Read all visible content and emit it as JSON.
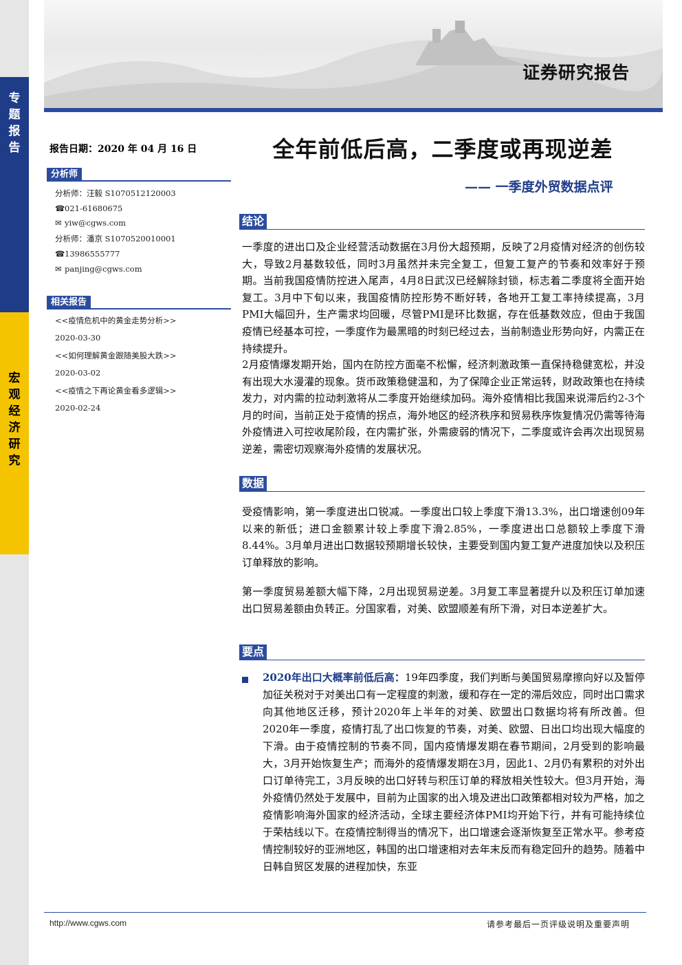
{
  "sidebar": {
    "top_label": "专题报告",
    "mid_label": "宏观经济研究"
  },
  "header": {
    "report_type": "证券研究报告"
  },
  "report_date": "报告日期：2020 年 04 月 16 日",
  "analyst_section": {
    "heading": "分析师",
    "lines": [
      "分析师：汪毅  S1070512120003",
      "021-61680675",
      "yiw@cgws.com",
      "分析师：潘京  S1070520010001",
      "13986555777",
      "panjing@cgws.com"
    ]
  },
  "related_section": {
    "heading": "相关报告",
    "items": [
      {
        "title": "<<疫情危机中的黄金走势分析>>",
        "date": "2020-03-30"
      },
      {
        "title": "<<如何理解黄金跟随美股大跌>>",
        "date": "2020-03-02"
      },
      {
        "title": "<<疫情之下再论黄金看多逻辑>>",
        "date": "2020-02-24"
      }
    ]
  },
  "title": "全年前低后高，二季度或再现逆差",
  "subtitle": "—— 一季度外贸数据点评",
  "conclusion": {
    "heading": "结论",
    "paragraphs": [
      "一季度的进出口及企业经营活动数据在3月份大超预期，反映了2月疫情对经济的创伤较大，导致2月基数较低，同时3月虽然并未完全复工，但复工复产的节奏和效率好于预期。当前我国疫情防控进入尾声，4月8日武汉已经解除封锁，标志着二季度将全面开始复工。3月中下旬以来，我国疫情防控形势不断好转，各地开工复工率持续提高，3月PMI大幅回升，生产需求均回暖，尽管PMI是环比数据，存在低基数效应，但由于我国疫情已经基本可控，一季度作为最黑暗的时刻已经过去，当前制造业形势向好，内需正在持续提升。",
      "2月疫情爆发期开始，国内在防控方面毫不松懈，经济刺激政策一直保持稳健宽松，并没有出现大水漫灌的现象。货币政策稳健温和，为了保障企业正常运转，财政政策也在持续发力，对内需的拉动刺激将从二季度开始继续加码。海外疫情相比我国来说滞后约2-3个月的时间，当前正处于疫情的拐点，海外地区的经济秩序和贸易秩序恢复情况仍需等待海外疫情进入可控收尾阶段，在内需扩张，外需疲弱的情况下，二季度或许会再次出现贸易逆差，需密切观察海外疫情的发展状况。"
    ]
  },
  "data_section": {
    "heading": "数据",
    "paragraphs": [
      "受疫情影响，第一季度进出口锐减。一季度出口较上季度下滑13.3%，出口增速创09年以来的新低；进口金额累计较上季度下滑2.85%，一季度进出口总额较上季度下滑8.44%。3月单月进出口数据较预期增长较快，主要受到国内复工复产进度加快以及积压订单释放的影响。",
      "第一季度贸易差额大幅下降，2月出现贸易逆差。3月复工率显著提升以及积压订单加速出口贸易差额由负转正。分国家看，对美、欧盟顺差有所下滑，对日本逆差扩大。"
    ]
  },
  "key_points": {
    "heading": "要点",
    "lead": "2020年出口大概率前低后高：",
    "body": "19年四季度，我们判断与美国贸易摩擦向好以及暂停加征关税对于对美出口有一定程度的刺激，缓和存在一定的滞后效应，同时出口需求向其他地区迁移，预计2020年上半年的对美、欧盟出口数据均将有所改善。但2020年一季度，疫情打乱了出口恢复的节奏，对美、欧盟、日出口均出现大幅度的下滑。由于疫情控制的节奏不同，国内疫情爆发期在春节期间，2月受到的影响最大，3月开始恢复生产；而海外的疫情爆发期在3月，因此1、2月仍有累积的对外出口订单待完工，3月反映的出口好转与积压订单的释放相关性较大。但3月开始，海外疫情仍然处于发展中，目前为止国家的出入境及进出口政策都相对较为严格，加之疫情影响海外国家的经济活动，全球主要经济体PMI均开始下行，并有可能持续位于荣枯线以下。在疫情控制得当的情况下，出口增速会逐渐恢复至正常水平。参考疫情控制较好的亚洲地区，韩国的出口增速相对去年末反而有稳定回升的趋势。随着中日韩自贸区发展的进程加快，东亚"
  },
  "footer": {
    "url": "http://www.cgws.com",
    "note": "请参考最后一页评级说明及重要声明"
  }
}
